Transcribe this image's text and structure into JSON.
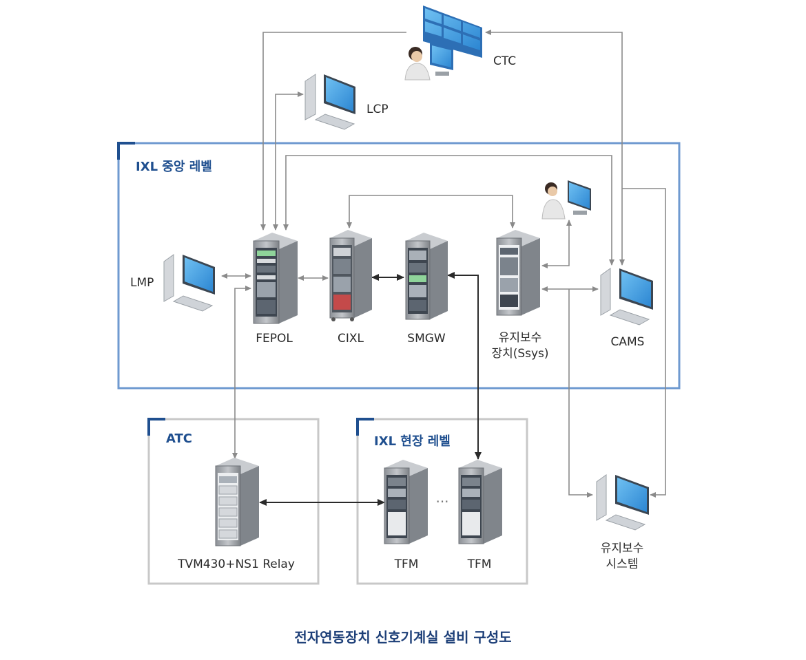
{
  "groups": {
    "ixl_central": "IXL 중앙 레벨",
    "atc": "ATC",
    "ixl_field": "IXL 현장 레벨"
  },
  "nodes": {
    "ctc": "CTC",
    "lcp": "LCP",
    "lmp": "LMP",
    "fepol": "FEPOL",
    "cixl": "CIXL",
    "smgw": "SMGW",
    "ssys_line1": "유지보수",
    "ssys_line2": "장치(Ssys)",
    "cams": "CAMS",
    "tvm": "TVM430+NS1 Relay",
    "tfm_1": "TFM",
    "tfm_2": "TFM",
    "maint_line1": "유지보수",
    "maint_line2": "시스템"
  },
  "ellipsis": "···",
  "caption": "전자연동장치 신호기계실 설비 구성도",
  "colors": {
    "group_border_active": "#6f9ad0",
    "group_border": "#c8c8c8",
    "group_title": "#1f4f8f",
    "caption": "#1d3f78",
    "arrow_gray": "#8a8a8a",
    "arrow_dark": "#2a2a2a",
    "screen": "#3d9be0",
    "rack_body": "#a9adb3"
  }
}
